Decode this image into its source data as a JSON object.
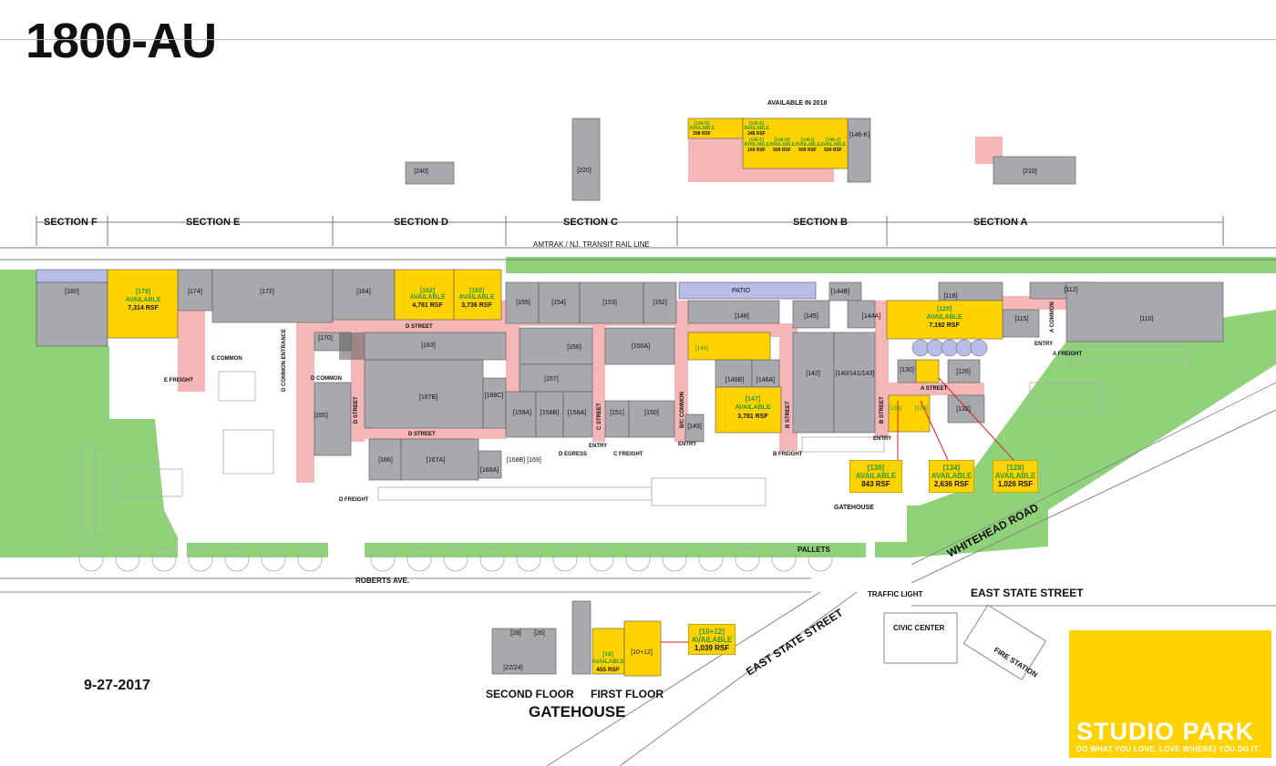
{
  "header": {
    "title": "1800-AU",
    "date": "9-27-2017"
  },
  "sections": [
    "SECTION F",
    "SECTION E",
    "SECTION D",
    "SECTION C",
    "SECTION B",
    "SECTION A"
  ],
  "labels": {
    "rail_line": "AMTRAK / NJ. TRANSIT RAIL LINE",
    "available_2018": "AVAILABLE IN 2018",
    "patio": "PATIO",
    "roberts_ave": "ROBERTS AVE.",
    "east_state_street_diag": "EAST STATE STREET",
    "east_state_street": "EAST STATE STREET",
    "whitehead_road": "WHITEHEAD ROAD",
    "traffic_light": "TRAFFIC LIGHT",
    "civic_center": "CIVIC CENTER",
    "fire_station": "FIRE STATION",
    "gatehouse_small": "GATEHOUSE",
    "pallets": "PALLETS",
    "second_floor": "SECOND FLOOR",
    "first_floor": "FIRST FLOOR",
    "gatehouse": "GATEHOUSE",
    "d_street_1": "D STREET",
    "d_street_2": "D STREET",
    "a_street": "A STREET",
    "e_common": "E COMMON",
    "e_freight": "E FREIGHT",
    "d_common": "D COMMON",
    "d_common_entrance": "D COMMON ENTRANCE",
    "d_freight": "D FREIGHT",
    "d_egress": "D EGRESS",
    "c_freight": "C FREIGHT",
    "c_street": "C STREET",
    "b_freight": "B FREIGHT",
    "b_street": "B STREET",
    "bc_common": "B/C COMMON",
    "a_common": "A COMMON",
    "a_freight": "A FREIGHT",
    "entry": "ENTRY"
  },
  "units": [
    {
      "id": "[180]"
    },
    {
      "id": "[174]"
    },
    {
      "id": "[172]"
    },
    {
      "id": "[164]"
    },
    {
      "id": "[170]"
    },
    {
      "id": "[163]"
    },
    {
      "id": "[165]"
    },
    {
      "id": "[167B]"
    },
    {
      "id": "[166]"
    },
    {
      "id": "[167A]"
    },
    {
      "id": "[168A]"
    },
    {
      "id": "[168C]"
    },
    {
      "id": "[168B]"
    },
    {
      "id": "[169]"
    },
    {
      "id": "[155]"
    },
    {
      "id": "[154]"
    },
    {
      "id": "[153]"
    },
    {
      "id": "[152]"
    },
    {
      "id": "[156]"
    },
    {
      "id": "[150A]"
    },
    {
      "id": "[157]"
    },
    {
      "id": "[159A]"
    },
    {
      "id": "[158B]"
    },
    {
      "id": "[158A]"
    },
    {
      "id": "[151]"
    },
    {
      "id": "[150]"
    },
    {
      "id": "[148]"
    },
    {
      "id": "[144B]"
    },
    {
      "id": "[145]"
    },
    {
      "id": "[144A]"
    },
    {
      "id": "[146B]"
    },
    {
      "id": "[146A]"
    },
    {
      "id": "[142]"
    },
    {
      "id": "[140/141/143]"
    },
    {
      "id": "[149]"
    },
    {
      "id": "[118]"
    },
    {
      "id": "[112]"
    },
    {
      "id": "[115]"
    },
    {
      "id": "[110]"
    },
    {
      "id": "[130]"
    },
    {
      "id": "[126]"
    },
    {
      "id": "[132]"
    },
    {
      "id": "[240]"
    },
    {
      "id": "[220]"
    },
    {
      "id": "[210]"
    },
    {
      "id": "[146-K]"
    },
    {
      "id": "[28]"
    },
    {
      "id": "[26]"
    },
    {
      "id": "[22/24]"
    },
    {
      "id": "[10+12]"
    }
  ],
  "available": [
    {
      "unit": "[178]",
      "status": "AVAILABLE",
      "size": "7,314 RSF"
    },
    {
      "unit": "[162]",
      "status": "AVAILABLE",
      "size": "4,761 RSF"
    },
    {
      "unit": "[160]",
      "status": "AVAILABLE",
      "size": "3,736 RSF"
    },
    {
      "unit": "[147]",
      "status": "AVAILABLE",
      "size": "3,781 RSF"
    },
    {
      "unit": "[120]",
      "status": "AVAILABLE",
      "size": "7,192 RSF"
    },
    {
      "unit": "[136]",
      "status": "AVAILABLE",
      "size": "843 RSF"
    },
    {
      "unit": "[134]",
      "status": "AVAILABLE",
      "size": "2,636 RSF"
    },
    {
      "unit": "[128]",
      "status": "AVAILABLE",
      "size": "1,026 RSF"
    },
    {
      "unit": "[10+12]",
      "status": "AVAILABLE",
      "size": "1,039 RSF"
    },
    {
      "unit": "[18]",
      "status": "AVAILABLE",
      "size": "455 RSF"
    },
    {
      "unit": "[146-D]",
      "status": "AVAILABLE",
      "size": "298 RSF"
    },
    {
      "unit": "[146-E]",
      "status": "AVAILABLE",
      "size": "348 RSF"
    },
    {
      "unit": "[146-F]",
      "status": "AVAILABLE",
      "size": "166 RSF"
    },
    {
      "unit": "[146-H]",
      "status": "AVAILABLE",
      "size": "509 RSF"
    },
    {
      "unit": "[146-I]",
      "status": "AVAILABLE",
      "size": "509 RSF"
    },
    {
      "unit": "[146-J]",
      "status": "AVAILABLE",
      "size": "509 RSF"
    }
  ],
  "small_units": [
    "[146]",
    "[136]",
    "[134]"
  ],
  "brand": {
    "name": "STUDIO PARK",
    "tagline": "DO WHAT YOU LOVE. LOVE W(HERE) YOU DO IT."
  },
  "colors": {
    "building": "#a7a9ac",
    "corridor": "#f4b6b6",
    "available": "#ffd200",
    "green": "#8fd27a",
    "patio": "#b7bde8",
    "avail_text": "#2d9b2d"
  }
}
